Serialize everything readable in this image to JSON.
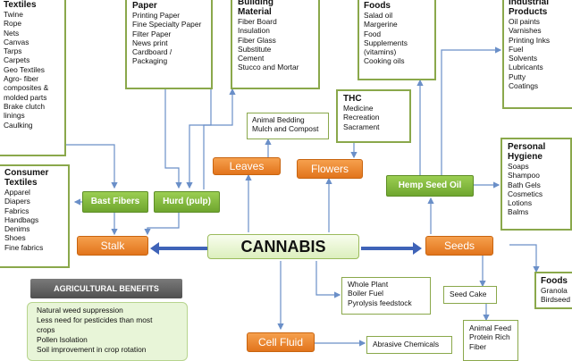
{
  "center": "CANNABIS",
  "nodes": {
    "stalk": "Stalk",
    "seeds": "Seeds",
    "leaves": "Leaves",
    "flowers": "Flowers",
    "cell_fluid": "Cell Fluid",
    "bast_fibers": "Bast Fibers",
    "hurd": "Hurd (pulp)",
    "hemp_seed_oil": "Hemp Seed Oil"
  },
  "boxes": {
    "textiles": {
      "title": "Textiles",
      "items": [
        "Twine",
        "Rope",
        "Nets",
        "Canvas",
        "Tarps",
        "Carpets",
        "Geo Textiles",
        "Agro- fiber",
        "composites &",
        "molded parts",
        "Brake clutch",
        "linings",
        "Caulking"
      ]
    },
    "consumer_textiles": {
      "title": [
        "Consumer",
        "Textiles"
      ],
      "items": [
        "Apparel",
        "Diapers",
        "Fabrics",
        "Handbags",
        "Denims",
        "Shoes",
        "Fine fabrics"
      ]
    },
    "paper": {
      "title": "Paper",
      "items": [
        "Printing Paper",
        "Fine Specialty Paper",
        "Filter Paper",
        "News print",
        "Cardboard /",
        "Packaging"
      ]
    },
    "building_material": {
      "title": [
        "Building",
        "Material"
      ],
      "items": [
        "Fiber Board",
        "Insulation",
        "Fiber Glass",
        "Substitute",
        "Cement",
        "Stucco and Mortar"
      ]
    },
    "foods_top": {
      "title": "Foods",
      "items": [
        "Salad oil",
        "Margerine",
        "Food",
        "Supplements",
        "(vitamins)",
        "Cooking oils"
      ]
    },
    "industrial_products": {
      "title": [
        "Industrial",
        "Products"
      ],
      "items": [
        "Oil paints",
        "Varnishes",
        "Printing Inks",
        "Fuel",
        "Solvents",
        "Lubricants",
        "Putty",
        "Coatings"
      ]
    },
    "personal_hygiene": {
      "title": [
        "Personal",
        "Hygiene"
      ],
      "items": [
        "Soaps",
        "Shampoo",
        "Bath Gels",
        "Cosmetics",
        "Lotions",
        "Balms"
      ]
    },
    "thc": {
      "title": "THC",
      "items": [
        "Medicine",
        "Recreation",
        "Sacrament"
      ]
    },
    "animal_bedding": {
      "items": [
        "Animal Bedding",
        "Mulch and Compost"
      ]
    },
    "whole_plant": {
      "items": [
        "Whole Plant",
        "Boiler Fuel",
        "Pyrolysis feedstock"
      ]
    },
    "seed_cake": {
      "items": [
        "Seed Cake"
      ]
    },
    "foods_bottom": {
      "title": "Foods",
      "items": [
        "Granola",
        "Birdseed"
      ]
    },
    "animal_feed": {
      "items": [
        "Animal Feed",
        "Protein Rich",
        "Fiber"
      ]
    },
    "abrasive": {
      "items": [
        "Abrasive Chemicals"
      ]
    }
  },
  "agricultural": {
    "title": "AGRICULTURAL BENEFITS",
    "items": [
      "Natural weed suppression",
      "Less need for pesticides than most",
      "crops",
      "Pollen Isolation",
      "Soil improvement in crop rotation"
    ]
  },
  "colors": {
    "box_border": "#8aa84b",
    "green": "#7ab33a",
    "orange": "#ee8a2c",
    "blue_arrow": "#3f63b8",
    "line": "#6a8fc8"
  }
}
